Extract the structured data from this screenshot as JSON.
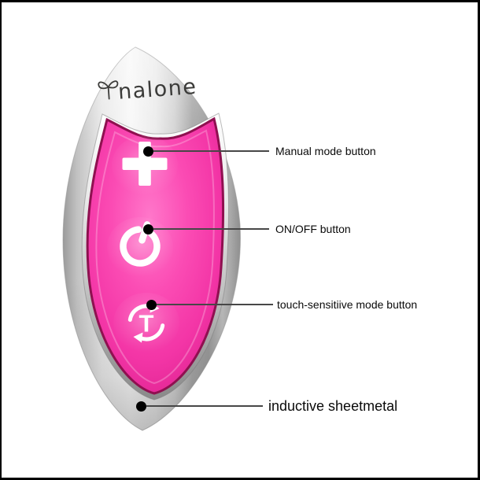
{
  "frame": {
    "border_color": "#000000",
    "background": "#ffffff"
  },
  "device": {
    "brand": "nalone",
    "logo_icon": "nalone-antenna-icon",
    "shell": {
      "material": "silver",
      "color_light": "#f7f7f7",
      "color_mid": "#c9c9c9",
      "color_dark": "#8f8f8f"
    },
    "panel": {
      "color": "#f43fab",
      "color_highlight": "#ff74c8",
      "color_dark": "#c81d84",
      "edge_color": "#8f1050"
    },
    "buttons": [
      {
        "name": "manual-mode-button",
        "icon": "plus-icon"
      },
      {
        "name": "on-off-button",
        "icon": "power-icon"
      },
      {
        "name": "touch-mode-button",
        "icon": "rotate-t-icon",
        "symbol": "T"
      }
    ]
  },
  "annotations": [
    {
      "label": "Manual mode button"
    },
    {
      "label": "ON/OFF button"
    },
    {
      "label": "touch-sensitiive mode button"
    },
    {
      "label": "inductive sheetmetal"
    }
  ]
}
